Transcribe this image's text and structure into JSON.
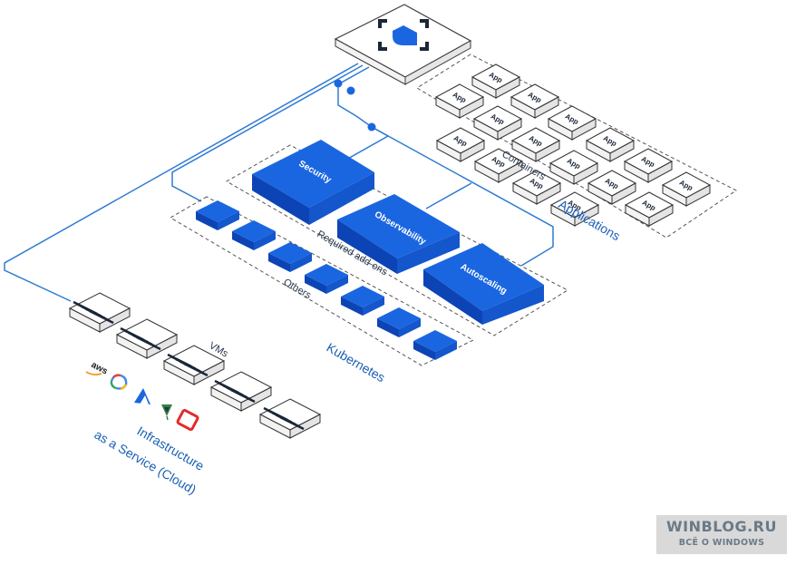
{
  "labels": {
    "containers": "Containers",
    "applications": "Applications",
    "required_addons": "Required add-ons",
    "others": "Others",
    "kubernetes": "Kubernetes",
    "vms": "VMs",
    "iaas_line1": "Infrastructure",
    "iaas_line2": "as a Service (Cloud)"
  },
  "addons": {
    "security": "Security",
    "observability": "Observability",
    "autoscaling": "Autoscaling"
  },
  "app_label": "App",
  "cloud_providers": [
    "aws-icon",
    "gcp-icon",
    "azure-icon",
    "vmware-icon",
    "openstack-icon"
  ],
  "aws_text": "aws",
  "watermark": {
    "title": "WINBLOG.RU",
    "subtitle": "ВСЁ О WINDOWS"
  },
  "colors": {
    "accent": "#1a66e0",
    "line": "#2f7bd3",
    "text": "#2a3a50",
    "label_blue": "#1a5fb4",
    "dash": "#555555"
  }
}
